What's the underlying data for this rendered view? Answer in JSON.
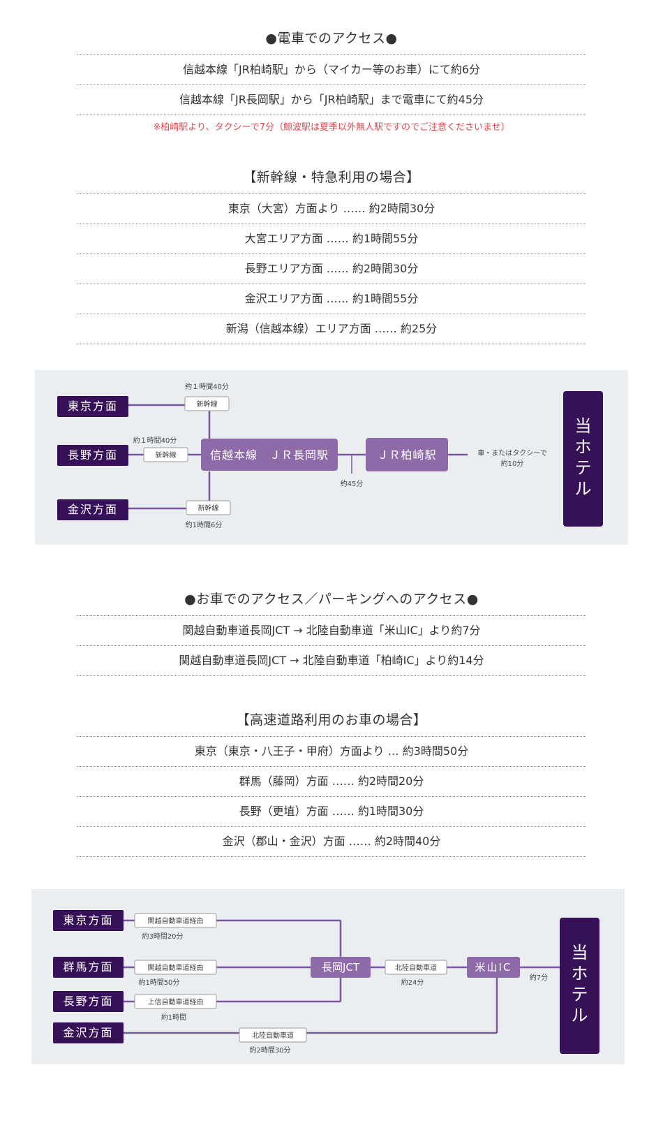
{
  "colors": {
    "dark_purple": "#371158",
    "mid_purple": "#8e6aa8",
    "line_purple": "#7a56a0",
    "diagram_bg": "#ebeef1",
    "note_red": "#e8434a"
  },
  "train": {
    "heading": "●電車でのアクセス●",
    "rows": [
      "信越本線「JR柏崎駅」から（マイカー等のお車）にて約6分",
      "信越本線「JR長岡駅」から「JR柏崎駅」まで電車にて約45分"
    ],
    "note": "※柏崎駅より、タクシーで7分（鯨波駅は夏季以外無人駅ですのでご注意くださいませ）"
  },
  "shinkansen": {
    "heading": "【新幹線・特急利用の場合】",
    "rows": [
      "東京（大宮）方面より …… 約2時間30分",
      "大宮エリア方面 …… 約1時間55分",
      "長野エリア方面 …… 約2時間30分",
      "金沢エリア方面 …… 約1時間55分",
      "新潟（信越本線）エリア方面 …… 約25分"
    ]
  },
  "train_diagram": {
    "origins": [
      "東京方面",
      "長野方面",
      "金沢方面"
    ],
    "labels": [
      "新幹線",
      "新幹線",
      "新幹線"
    ],
    "times": [
      "約１時間40分",
      "約１時間40分",
      "約1時間6分"
    ],
    "hub": "信越本線　ＪＲ長岡駅",
    "station": "ＪＲ柏崎駅",
    "hub_time": "約45分",
    "taxi_line1": "車・またはタクシーで",
    "taxi_line2": "約10分",
    "hotel": [
      "当",
      "ホ",
      "テ",
      "ル"
    ]
  },
  "car": {
    "heading": "●お車でのアクセス／パーキングへのアクセス●",
    "rows": [
      "関越自動車道長岡JCT → 北陸自動車道「米山IC」より約7分",
      "関越自動車道長岡JCT → 北陸自動車道「柏崎IC」より約14分"
    ]
  },
  "highway": {
    "heading": "【高速道路利用のお車の場合】",
    "rows": [
      "東京（東京・八王子・甲府）方面より … 約3時間50分",
      "群馬（藤岡）方面 …… 約2時間20分",
      "長野（更埴）方面 …… 約1時間30分",
      "金沢（郡山・金沢）方面 …… 約2時間40分"
    ]
  },
  "car_diagram": {
    "origins": [
      "東京方面",
      "群馬方面",
      "長野方面",
      "金沢方面"
    ],
    "labels": [
      "関越自動車道経由",
      "関越自動車道経由",
      "上信自動車道経由",
      "北陸自動車道"
    ],
    "times": [
      "約3時間20分",
      "約1時間50分",
      "約1時間",
      "約2時間30分"
    ],
    "jct": "長岡JCT",
    "jct_label": "北陸自動車道",
    "jct_time": "約24分",
    "ic": "米山IC",
    "ic_time": "約7分",
    "hotel": [
      "当",
      "ホ",
      "テ",
      "ル"
    ]
  }
}
